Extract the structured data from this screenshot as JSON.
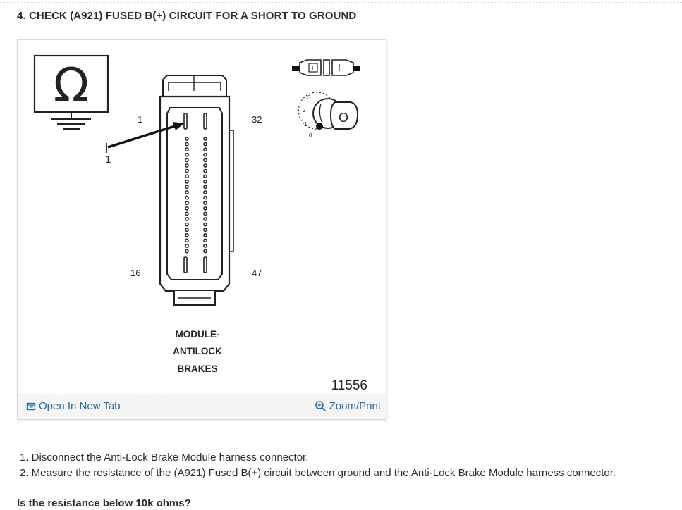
{
  "step": {
    "heading": "4. CHECK (A921) FUSED B(+) CIRCUIT FOR A SHORT TO GROUND"
  },
  "figure": {
    "pin_labels": {
      "top_left": "1",
      "top_right": "32",
      "bottom_left": "16",
      "bottom_right": "47",
      "callout": "1"
    },
    "ohm_symbol": "Ω",
    "ignition_positions": [
      "3",
      "2",
      "1",
      "0"
    ],
    "key_position_label": "O",
    "caption_lines": [
      "MODULE-",
      "ANTILOCK",
      "BRAKES"
    ],
    "figure_number": "11556"
  },
  "toolbar": {
    "open_new_tab_label": "Open In New Tab",
    "zoom_print_label": "Zoom/Print",
    "link_color": "#2c6a9c"
  },
  "instructions": {
    "items": [
      "1. Disconnect the Anti-Lock Brake Module harness connector.",
      "2. Measure the resistance of the (A921) Fused B(+) circuit between ground and the Anti-Lock Brake Module harness connector."
    ]
  },
  "question": "Is the resistance below 10k ohms?"
}
